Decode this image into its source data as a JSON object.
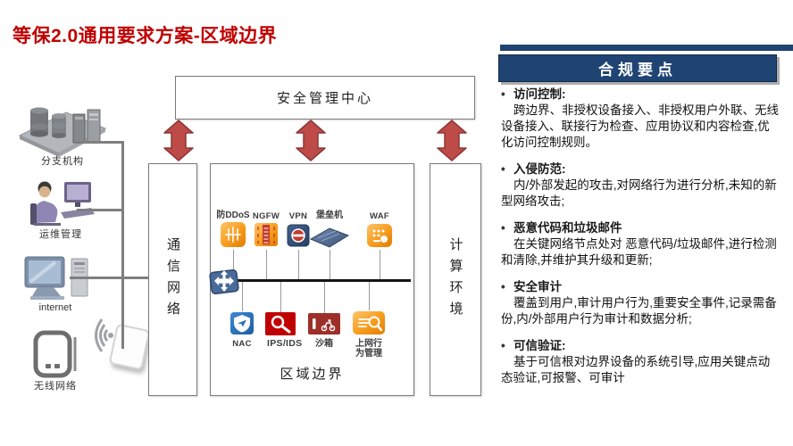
{
  "title": "等保2.0通用要求方案-区域边界",
  "colors": {
    "title_red": "#C00000",
    "panel_navy": "#1F4473",
    "arrow_red": "#BE4B48",
    "device_orange": "#F79C1D",
    "device_navy": "#2F4E79",
    "device_blue": "#2E75B6",
    "device_red": "#C00000"
  },
  "diagram": {
    "security_center": {
      "label": "安全管理中心"
    },
    "comm_network": {
      "label": "通信网络"
    },
    "zone_boundary": {
      "label": "区域边界"
    },
    "compute_env": {
      "label": "计算环境"
    },
    "left_nodes": [
      {
        "label": "分支机构",
        "icon": "branch-servers-icon"
      },
      {
        "label": "运维管理",
        "icon": "ops-admin-icon"
      },
      {
        "label": "internet",
        "icon": "internet-pc-icon"
      },
      {
        "label": "无线网络",
        "icon": "mobile-phone-icon"
      }
    ],
    "top_devices": [
      {
        "label": "防DDoS",
        "icon": "anti-ddos-icon"
      },
      {
        "label": "NGFW",
        "icon": "ngfw-icon"
      },
      {
        "label": "VPN",
        "icon": "vpn-icon"
      },
      {
        "label": "堡垒机",
        "icon": "bastion-icon"
      },
      {
        "label": "WAF",
        "icon": "waf-icon"
      }
    ],
    "bottom_devices": [
      {
        "label": "NAC",
        "icon": "nac-icon"
      },
      {
        "label": "IPS/IDS",
        "icon": "ips-ids-icon"
      },
      {
        "label": "沙箱",
        "icon": "sandbox-icon"
      },
      {
        "label": "上网行为管理",
        "icon": "behavior-mgmt-icon"
      }
    ]
  },
  "panel": {
    "header": "合规要点",
    "items": [
      {
        "heading": "访问控制:",
        "body": "跨边界、非授权设备接入、非授权用户外联、无线设备接入、联接行为检查、应用协议和内容检查,优化访问控制规则。"
      },
      {
        "heading": "入侵防范:",
        "body": "内/外部发起的攻击,对网络行为进行分析,未知的新型网络攻击;"
      },
      {
        "heading": "恶意代码和垃圾邮件",
        "body": "在关键网络节点处对 恶意代码/垃圾邮件,进行检测和清除,并维护其升级和更新;"
      },
      {
        "heading": "安全审计",
        "body": "覆盖到用户,审计用户行为,重要安全事件,记录需备份,内/外部用户行为审计和数据分析;"
      },
      {
        "heading": "可信验证:",
        "body": "基于可信根对边界设备的系统引导,应用关键点动态验证,可报警、可审计"
      }
    ]
  }
}
